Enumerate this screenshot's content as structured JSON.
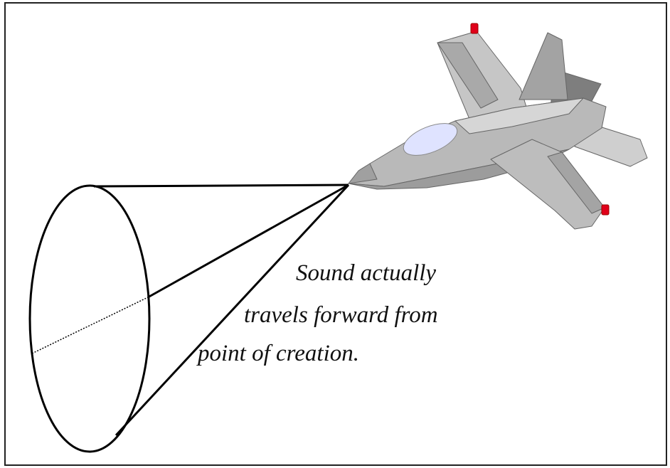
{
  "caption": {
    "line1": "Sound actually",
    "line2": "travels forward from",
    "line3": "point of creation."
  },
  "colors": {
    "frame": "#222222",
    "cone_lines": "#000000",
    "jet_body": "#b8b8b8",
    "jet_dark": "#8e8e8e",
    "jet_light": "#d3d3d3",
    "canopy": "#dfe3ff",
    "wingtip_light": "#e0001a"
  },
  "icons": [
    "fighter-jet-icon"
  ]
}
